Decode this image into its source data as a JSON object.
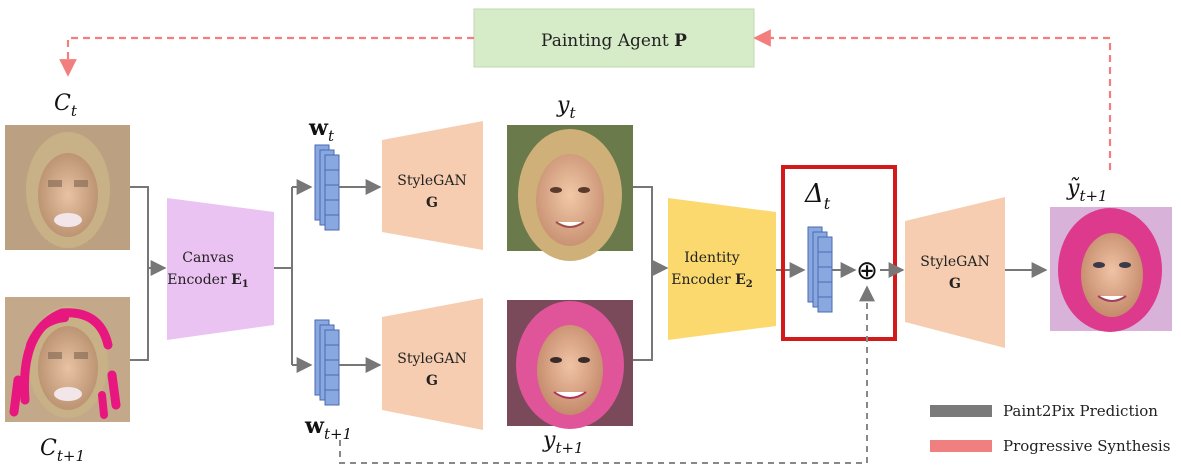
{
  "agent": {
    "label": "Painting Agent",
    "symbol": "P"
  },
  "canvas_encoder": {
    "line1": "Canvas",
    "line2": "Encoder",
    "symbol": "E",
    "subscript": "1"
  },
  "identity_encoder": {
    "line1": "Identity",
    "line2": "Encoder",
    "symbol": "E",
    "subscript": "2"
  },
  "stylegan": {
    "label": "StyleGAN",
    "symbol": "G"
  },
  "math": {
    "c_t": "C",
    "c_t_sub": "t",
    "c_t1": "C",
    "c_t1_sub": "t+1",
    "w_t": "w",
    "w_t_sub": "t",
    "w_t1": "w",
    "w_t1_sub": "t+1",
    "y_t": "y",
    "y_t_sub": "t",
    "y_t1": "y",
    "y_t1_sub": "t+1",
    "delta": "Δ",
    "delta_sub": "t",
    "ytilde": "ỹ",
    "ytilde_sub": "t+1"
  },
  "operator": "⊕",
  "legend": {
    "prediction": {
      "label": "Paint2Pix Prediction",
      "color": "#7a7a7a"
    },
    "synthesis": {
      "label": "Progressive Synthesis",
      "color": "#f08080"
    }
  },
  "colors": {
    "agent_box": "#d6ebc8",
    "canvas_encoder": "#ebc3f2",
    "identity_encoder": "#fbd96e",
    "stylegan": "#f6cdb0",
    "latent_block": "#8aa8e0",
    "highlight": "#d21a1a",
    "gray_arrow": "#777777",
    "red_arrow": "#f27e7e"
  }
}
